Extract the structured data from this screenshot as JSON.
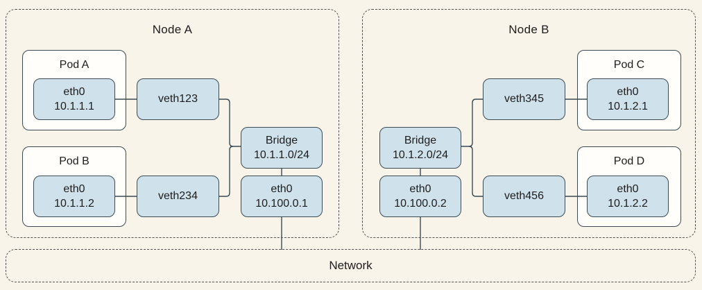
{
  "diagram": {
    "title_hint": "Kubernetes-style pod networking across two nodes",
    "colors": {
      "background": "#f9f4ea",
      "interface_box_fill": "#cfe2ec",
      "pod_box_fill": "#fffefb",
      "solid_border": "#3b4a52",
      "dashed_border": "#4f4f4f",
      "text": "#1c1c1c"
    },
    "nodes": [
      {
        "title": "Node A",
        "pods": [
          {
            "title": "Pod A",
            "iface_name": "eth0",
            "iface_ip": "10.1.1.1"
          },
          {
            "title": "Pod B",
            "iface_name": "eth0",
            "iface_ip": "10.1.1.2"
          }
        ],
        "veths": [
          "veth123",
          "veth234"
        ],
        "bridge_name": "Bridge",
        "bridge_cidr": "10.1.1.0/24",
        "eth_name": "eth0",
        "eth_ip": "10.100.0.1"
      },
      {
        "title": "Node B",
        "pods": [
          {
            "title": "Pod C",
            "iface_name": "eth0",
            "iface_ip": "10.1.2.1"
          },
          {
            "title": "Pod D",
            "iface_name": "eth0",
            "iface_ip": "10.1.2.2"
          }
        ],
        "veths": [
          "veth345",
          "veth456"
        ],
        "bridge_name": "Bridge",
        "bridge_cidr": "10.1.2.0/24",
        "eth_name": "eth0",
        "eth_ip": "10.100.0.2"
      }
    ],
    "network": {
      "label": "Network"
    }
  }
}
